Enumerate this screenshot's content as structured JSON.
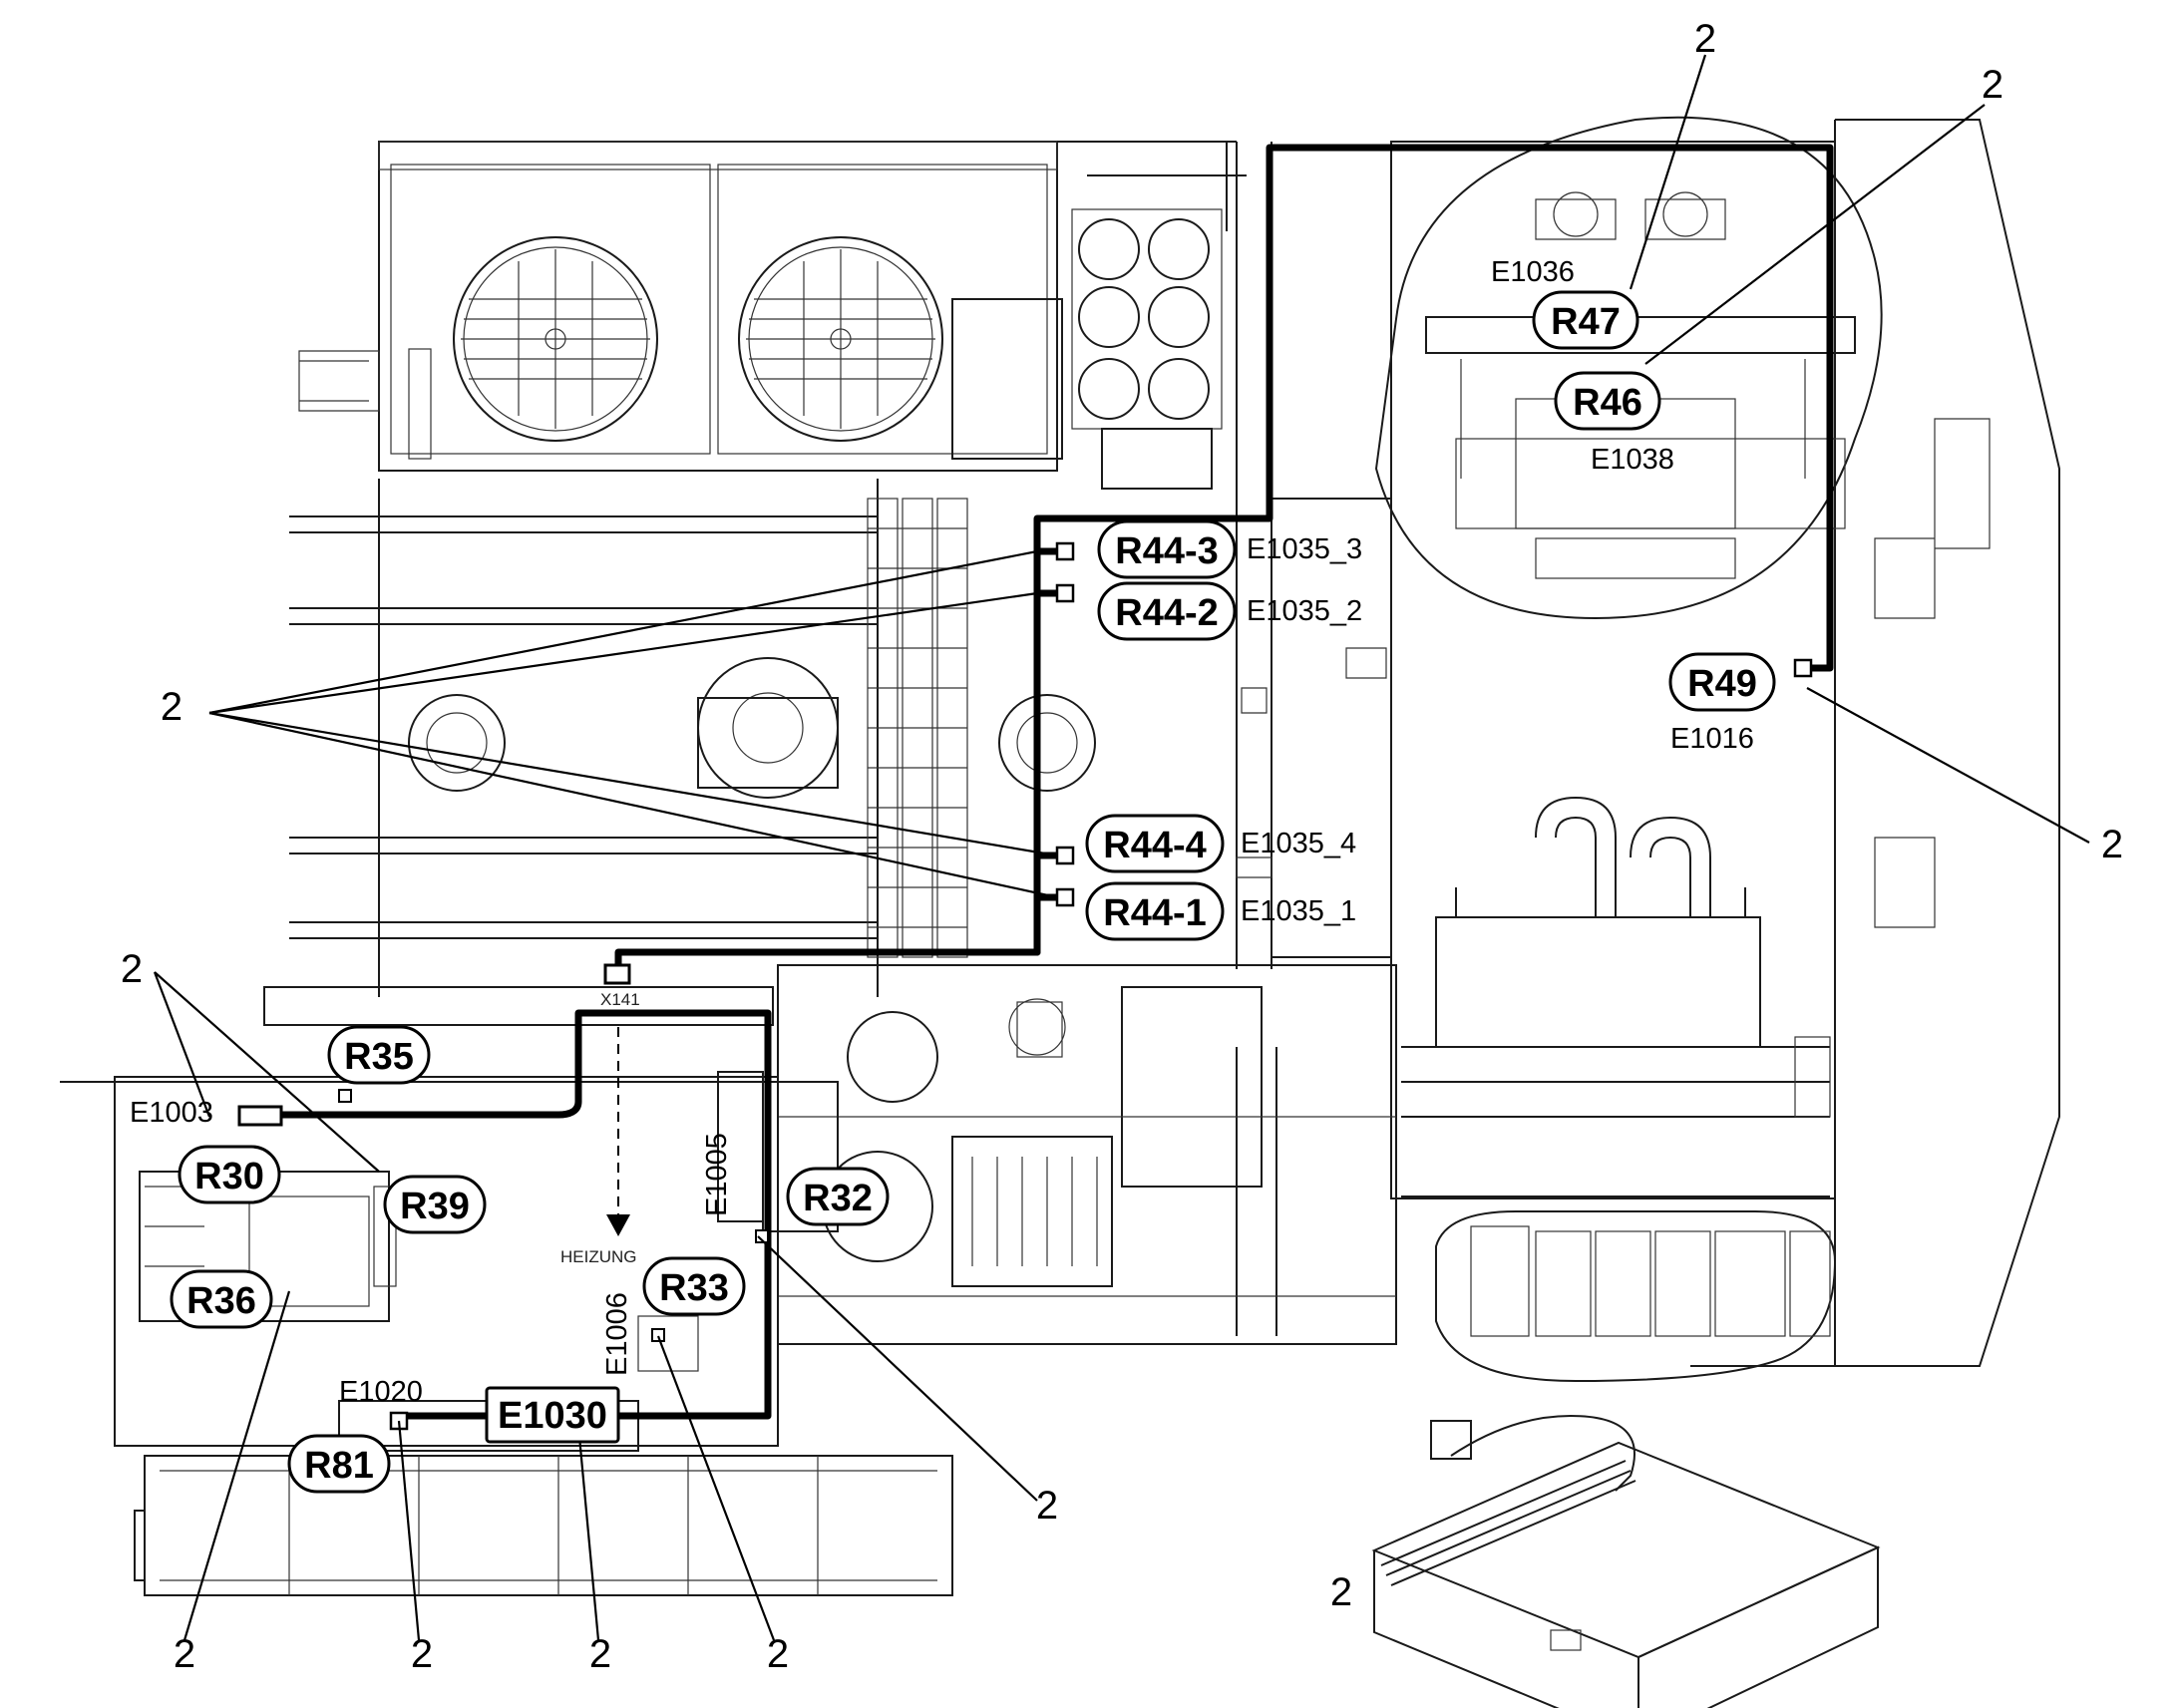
{
  "callouts": {
    "r47": "R47",
    "r46": "R46",
    "r443": "R44-3",
    "r442": "R44-2",
    "r444": "R44-4",
    "r441": "R44-1",
    "r49": "R49",
    "r35": "R35",
    "r30": "R30",
    "r39": "R39",
    "r36": "R36",
    "r32": "R32",
    "r33": "R33",
    "r81": "R81",
    "e1030": "E1030"
  },
  "connectors": {
    "e1036": "E1036",
    "e1038": "E1038",
    "e1035_3": "E1035_3",
    "e1035_2": "E1035_2",
    "e1035_4": "E1035_4",
    "e1035_1": "E1035_1",
    "e1016": "E1016",
    "e1003": "E1003",
    "e1005": "E1005",
    "e1006": "E1006",
    "e1020": "E1020",
    "x141": "X141",
    "heizung": "HEIZUNG"
  },
  "item_number": "2"
}
